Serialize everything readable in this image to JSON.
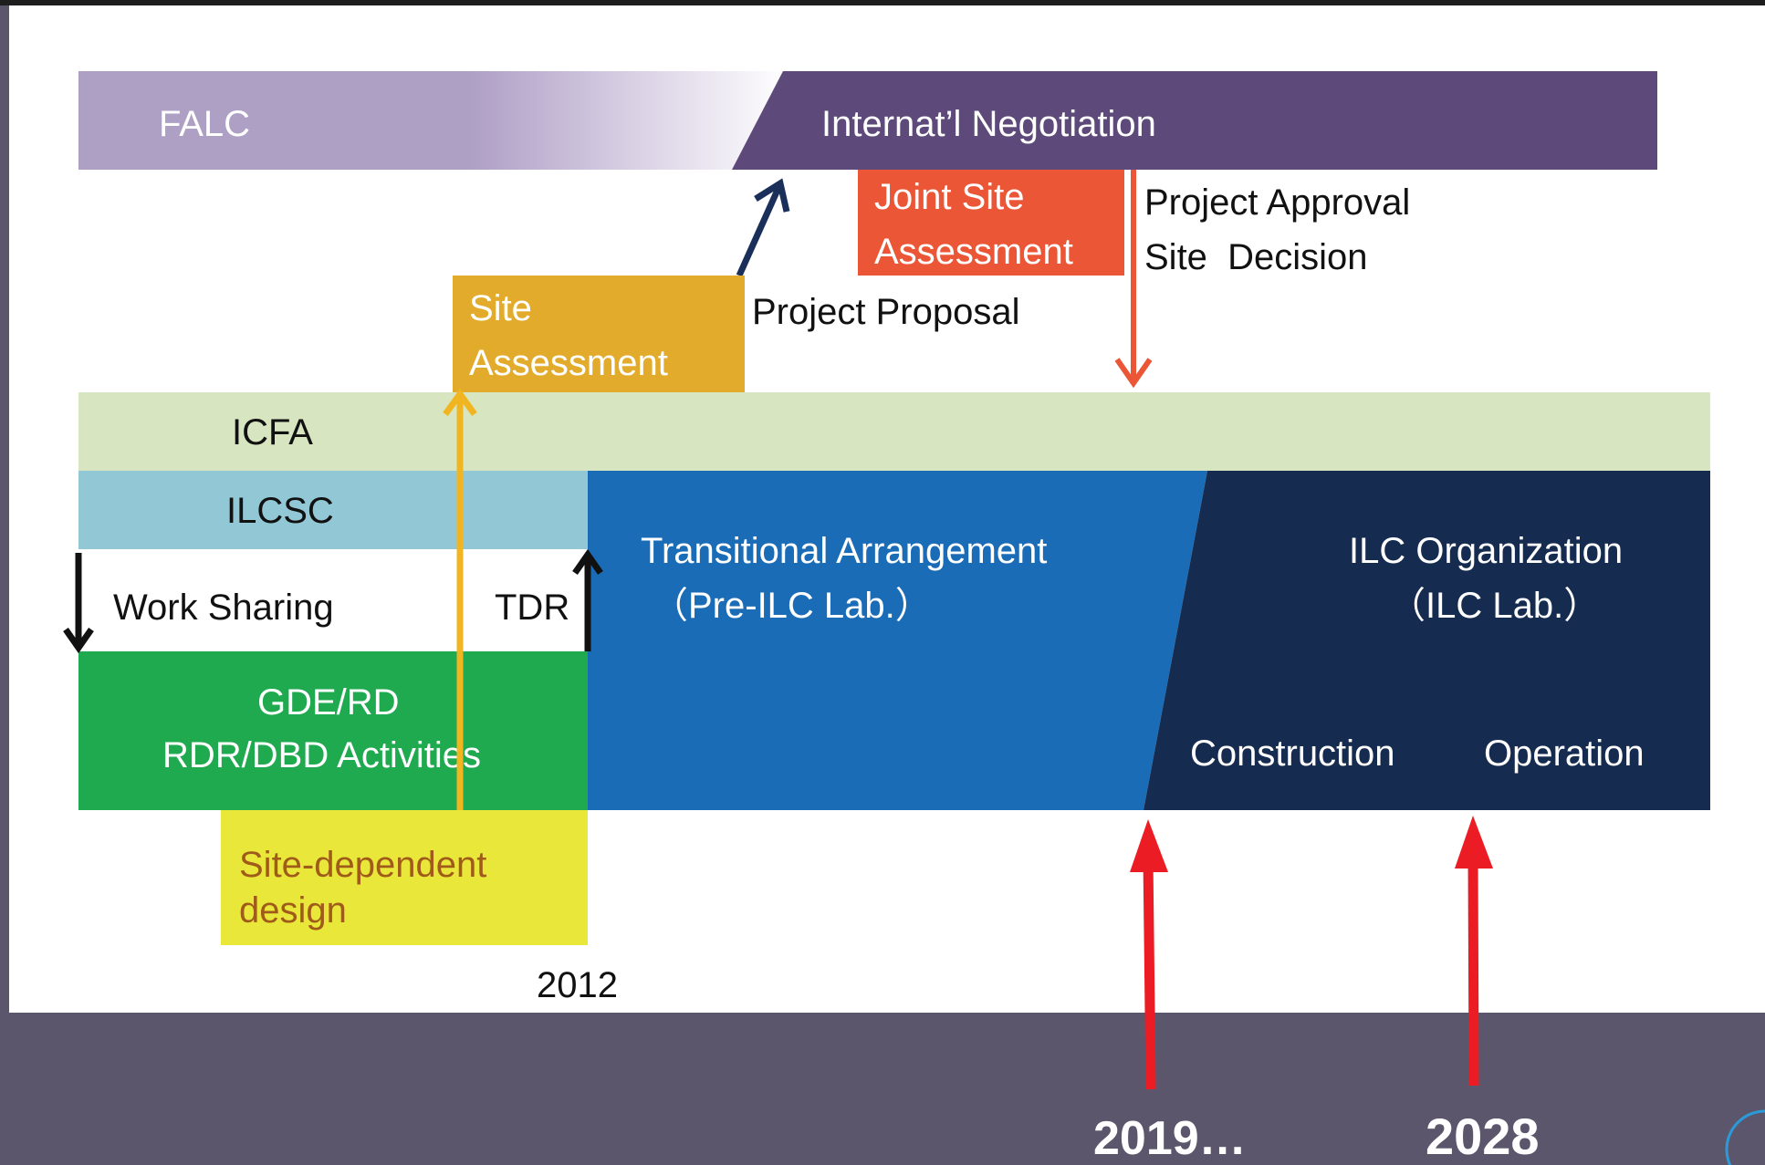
{
  "diagram": {
    "falc": "FALC",
    "intl_negotiation": "Internat’l Negotiation",
    "joint_site_line1": "Joint Site",
    "joint_site_line2": "Assessment",
    "project_approval": "Project Approval",
    "site_decision": "Site  Decision",
    "site_assessment_line1": "Site",
    "site_assessment_line2": "Assessment",
    "project_proposal": "Project Proposal",
    "icfa": "ICFA",
    "ilcsc": "ILCSC",
    "work_sharing": "Work Sharing",
    "tdr": "TDR",
    "gde_line1": "GDE/RD",
    "gde_line2": "RDR/DBD Activities",
    "transitional_line1": "Transitional Arrangement",
    "transitional_line2": "（Pre-ILC Lab.）",
    "ilc_org_line1": "ILC Organization",
    "ilc_org_line2": "（ILC Lab.）",
    "construction": "Construction",
    "operation": "Operation",
    "site_dependent_line1": "Site-dependent",
    "site_dependent_line2": "design",
    "year_2012": "2012"
  },
  "markers": {
    "year_2019": "2019…",
    "year_2028": "2028"
  },
  "colors": {
    "falc": "#ae9fc5",
    "negotiation": "#5e4a7a",
    "joint_site": "#eb5636",
    "site_assessment": "#e3ab2c",
    "icfa": "#d7e6c1",
    "ilcsc": "#92c7d6",
    "gde": "#1faa4f",
    "transitional": "#1b6cb6",
    "ilc_org": "#152b50",
    "site_dependent": "#e9e83a",
    "red_arrow": "#ec1c24",
    "background": "#5c566c"
  }
}
